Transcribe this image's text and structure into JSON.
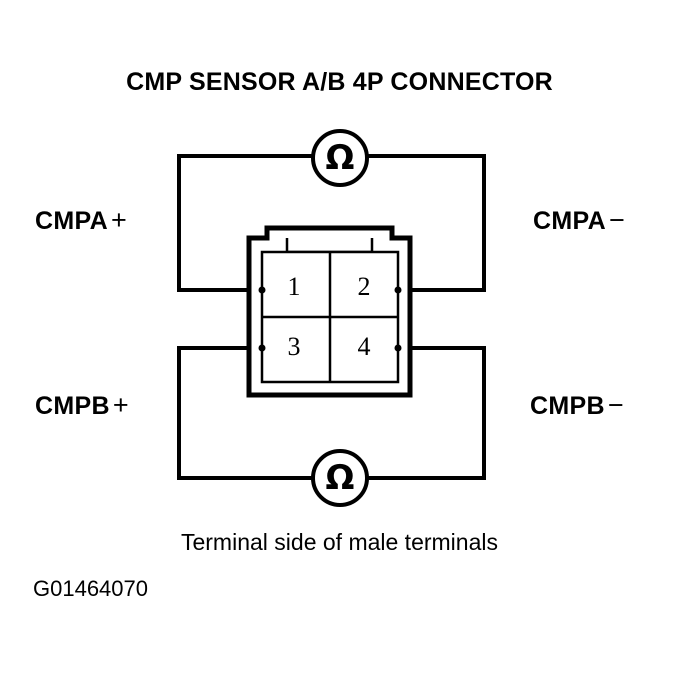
{
  "title": "CMP SENSOR A/B 4P CONNECTOR",
  "caption": "Terminal side of male terminals",
  "figure_id": "G01464070",
  "colors": {
    "background": "#ffffff",
    "line": "#000000",
    "text": "#000000"
  },
  "labels": {
    "cmpa_plus": {
      "name": "CMPA",
      "sign": "+"
    },
    "cmpa_minus": {
      "name": "CMPA",
      "sign": "−"
    },
    "cmpb_plus": {
      "name": "CMPB",
      "sign": "+"
    },
    "cmpb_minus": {
      "name": "CMPB",
      "sign": "−"
    }
  },
  "connector": {
    "type": "4P connector",
    "view": "terminal side of male terminals",
    "terminals": [
      {
        "number": "1",
        "position": "top-left"
      },
      {
        "number": "2",
        "position": "top-right"
      },
      {
        "number": "3",
        "position": "bottom-left"
      },
      {
        "number": "4",
        "position": "bottom-right"
      }
    ]
  },
  "meters": [
    {
      "id": "ohmmeter-top",
      "symbol": "Ω",
      "measures": "CMPA+ to CMPA−"
    },
    {
      "id": "ohmmeter-bottom",
      "symbol": "Ω",
      "measures": "CMPB+ to CMPB−"
    }
  ],
  "circuits": [
    {
      "name": "CMPA",
      "from_terminal": "1",
      "to_terminal": "2",
      "meter": "ohmmeter-top"
    },
    {
      "name": "CMPB",
      "from_terminal": "3",
      "to_terminal": "4",
      "meter": "ohmmeter-bottom"
    }
  ]
}
